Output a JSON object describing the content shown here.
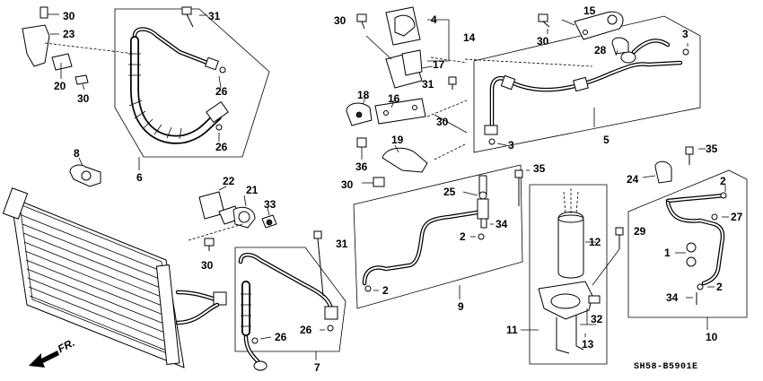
{
  "callouts": [
    {
      "id": "c30a",
      "text": "30"
    },
    {
      "id": "c31a",
      "text": "31"
    },
    {
      "id": "c23",
      "text": "23"
    },
    {
      "id": "c20",
      "text": "20"
    },
    {
      "id": "c30b",
      "text": "30"
    },
    {
      "id": "c26a",
      "text": "26"
    },
    {
      "id": "c26b",
      "text": "26"
    },
    {
      "id": "c8",
      "text": "8"
    },
    {
      "id": "c6",
      "text": "6"
    },
    {
      "id": "c30c",
      "text": "30"
    },
    {
      "id": "c4",
      "text": "4"
    },
    {
      "id": "c14",
      "text": "14"
    },
    {
      "id": "c17",
      "text": "17"
    },
    {
      "id": "c31b",
      "text": "31"
    },
    {
      "id": "c18",
      "text": "18"
    },
    {
      "id": "c16",
      "text": "16"
    },
    {
      "id": "c30d",
      "text": "30"
    },
    {
      "id": "c19",
      "text": "19"
    },
    {
      "id": "c36",
      "text": "36"
    },
    {
      "id": "c30e",
      "text": "30"
    },
    {
      "id": "c15",
      "text": "15"
    },
    {
      "id": "c30f",
      "text": "30"
    },
    {
      "id": "c28",
      "text": "28"
    },
    {
      "id": "c3a",
      "text": "3"
    },
    {
      "id": "c3b",
      "text": "3"
    },
    {
      "id": "c5",
      "text": "5"
    },
    {
      "id": "c35a",
      "text": "35"
    },
    {
      "id": "c24",
      "text": "24"
    },
    {
      "id": "c2a",
      "text": "2"
    },
    {
      "id": "c27",
      "text": "27"
    },
    {
      "id": "c1",
      "text": "1"
    },
    {
      "id": "c34a",
      "text": "34"
    },
    {
      "id": "c2b",
      "text": "2"
    },
    {
      "id": "c10",
      "text": "10"
    },
    {
      "id": "c22",
      "text": "22"
    },
    {
      "id": "c21",
      "text": "21"
    },
    {
      "id": "c33",
      "text": "33"
    },
    {
      "id": "c30g",
      "text": "30"
    },
    {
      "id": "c31c",
      "text": "31"
    },
    {
      "id": "c26c",
      "text": "26"
    },
    {
      "id": "c26d",
      "text": "26"
    },
    {
      "id": "c7",
      "text": "7"
    },
    {
      "id": "c25",
      "text": "25"
    },
    {
      "id": "c35b",
      "text": "35"
    },
    {
      "id": "c34b",
      "text": "34"
    },
    {
      "id": "c2c",
      "text": "2"
    },
    {
      "id": "c2d",
      "text": "2"
    },
    {
      "id": "c9",
      "text": "9"
    },
    {
      "id": "c12",
      "text": "12"
    },
    {
      "id": "c29",
      "text": "29"
    },
    {
      "id": "c11",
      "text": "11"
    },
    {
      "id": "c32",
      "text": "32"
    },
    {
      "id": "c13",
      "text": "13"
    }
  ],
  "direction_label": "FR.",
  "diagram_code": "SH58-B5901E"
}
